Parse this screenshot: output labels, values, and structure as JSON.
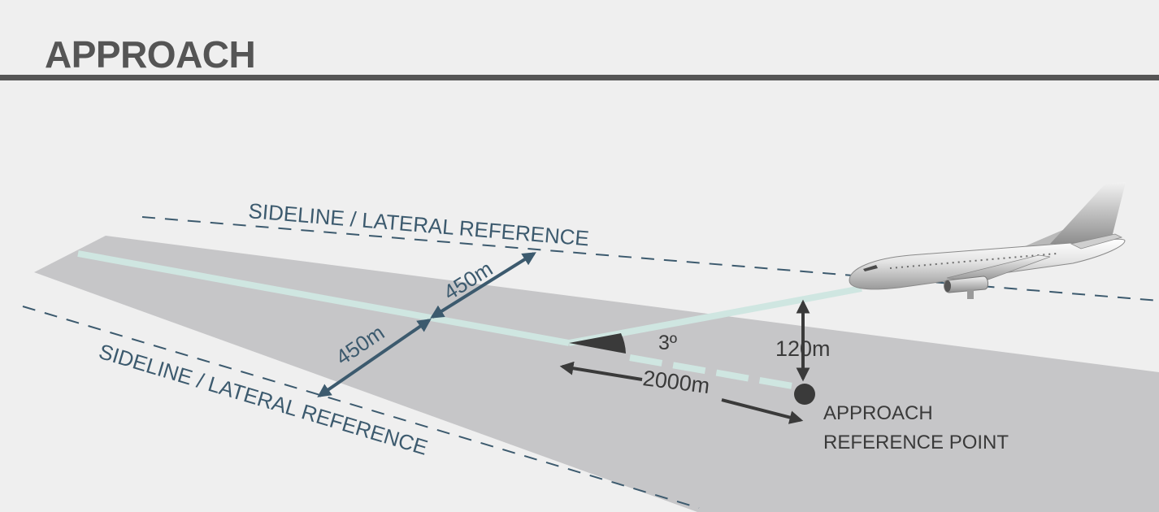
{
  "header": {
    "title": "APPROACH"
  },
  "labels": {
    "sideline_top": "SIDELINE / LATERAL REFERENCE",
    "sideline_bottom": "SIDELINE / LATERAL REFERENCE",
    "lateral_upper": "450m",
    "lateral_lower": "450m",
    "angle": "3º",
    "height": "120m",
    "distance": "2000m",
    "point_line1": "APPROACH",
    "point_line2": "REFERENCE POINT"
  },
  "colors": {
    "title": "#555555",
    "runway": "#c6c6c8",
    "centerline": "#cfe6e1",
    "dimension_blue": "#3c5a6e",
    "dimension_dark": "#3a3a3a"
  }
}
